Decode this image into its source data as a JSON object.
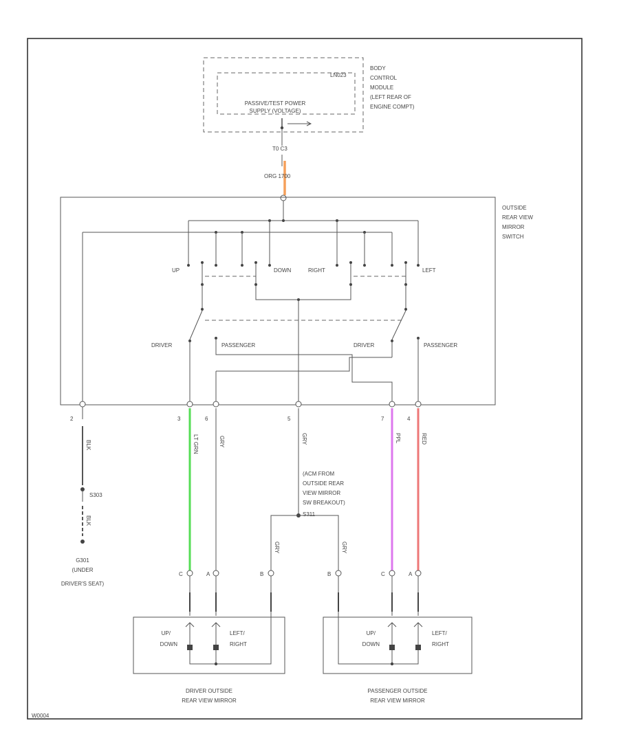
{
  "bcm": {
    "name_lines": [
      "BODY",
      "CONTROL",
      "MODULE",
      "(LEFT REAR OF",
      "ENGINE COMPT)"
    ],
    "inner_label": "LN023",
    "supply_lines": [
      "PASSIVE/TEST POWER",
      "SUPPLY (VOLTAGE)"
    ],
    "pin": "T0 C3",
    "wire": "ORG  1700"
  },
  "switch": {
    "name_lines": [
      "OUTSIDE",
      "REAR VIEW",
      "MIRROR",
      "SWITCH"
    ],
    "labels": {
      "up": "UP",
      "down": "DOWN",
      "right": "RIGHT",
      "left": "LEFT",
      "driver": "DRIVER",
      "passenger": "PASSENGER"
    },
    "pins": [
      "2",
      "3",
      "6",
      "5",
      "7",
      "4"
    ]
  },
  "wires": {
    "w2": "BLK",
    "w3": "LT GRN",
    "w6": "GRY",
    "w5": "GRY",
    "w7": "PPL",
    "w4": "RED"
  },
  "colors": {
    "orange": "#f5a05a",
    "green": "#55dd55",
    "purple": "#dd77ee",
    "red": "#ee7777"
  },
  "ground": {
    "splice": "S303",
    "wire": "BLK",
    "name_lines": [
      "G301",
      "(UNDER",
      "DRIVER'S SEAT)"
    ]
  },
  "splice": {
    "lines": [
      "(ACM FROM",
      "OUTSIDE REAR",
      "VIEW MIRROR",
      "SW BREAKOUT)",
      "S311"
    ],
    "wire": "GRY"
  },
  "mirror_pins": {
    "c": "C",
    "a": "A",
    "b": "B"
  },
  "driver_mirror": {
    "label1": "UP/",
    "label2": "DOWN",
    "label3": "LEFT/",
    "label4": "RIGHT",
    "name_lines": [
      "DRIVER OUTSIDE",
      "REAR VIEW MIRROR"
    ]
  },
  "passenger_mirror": {
    "label1": "UP/",
    "label2": "DOWN",
    "label3": "LEFT/",
    "label4": "RIGHT",
    "name_lines": [
      "PASSENGER OUTSIDE",
      "REAR VIEW MIRROR"
    ]
  },
  "footer_code": "W0004"
}
